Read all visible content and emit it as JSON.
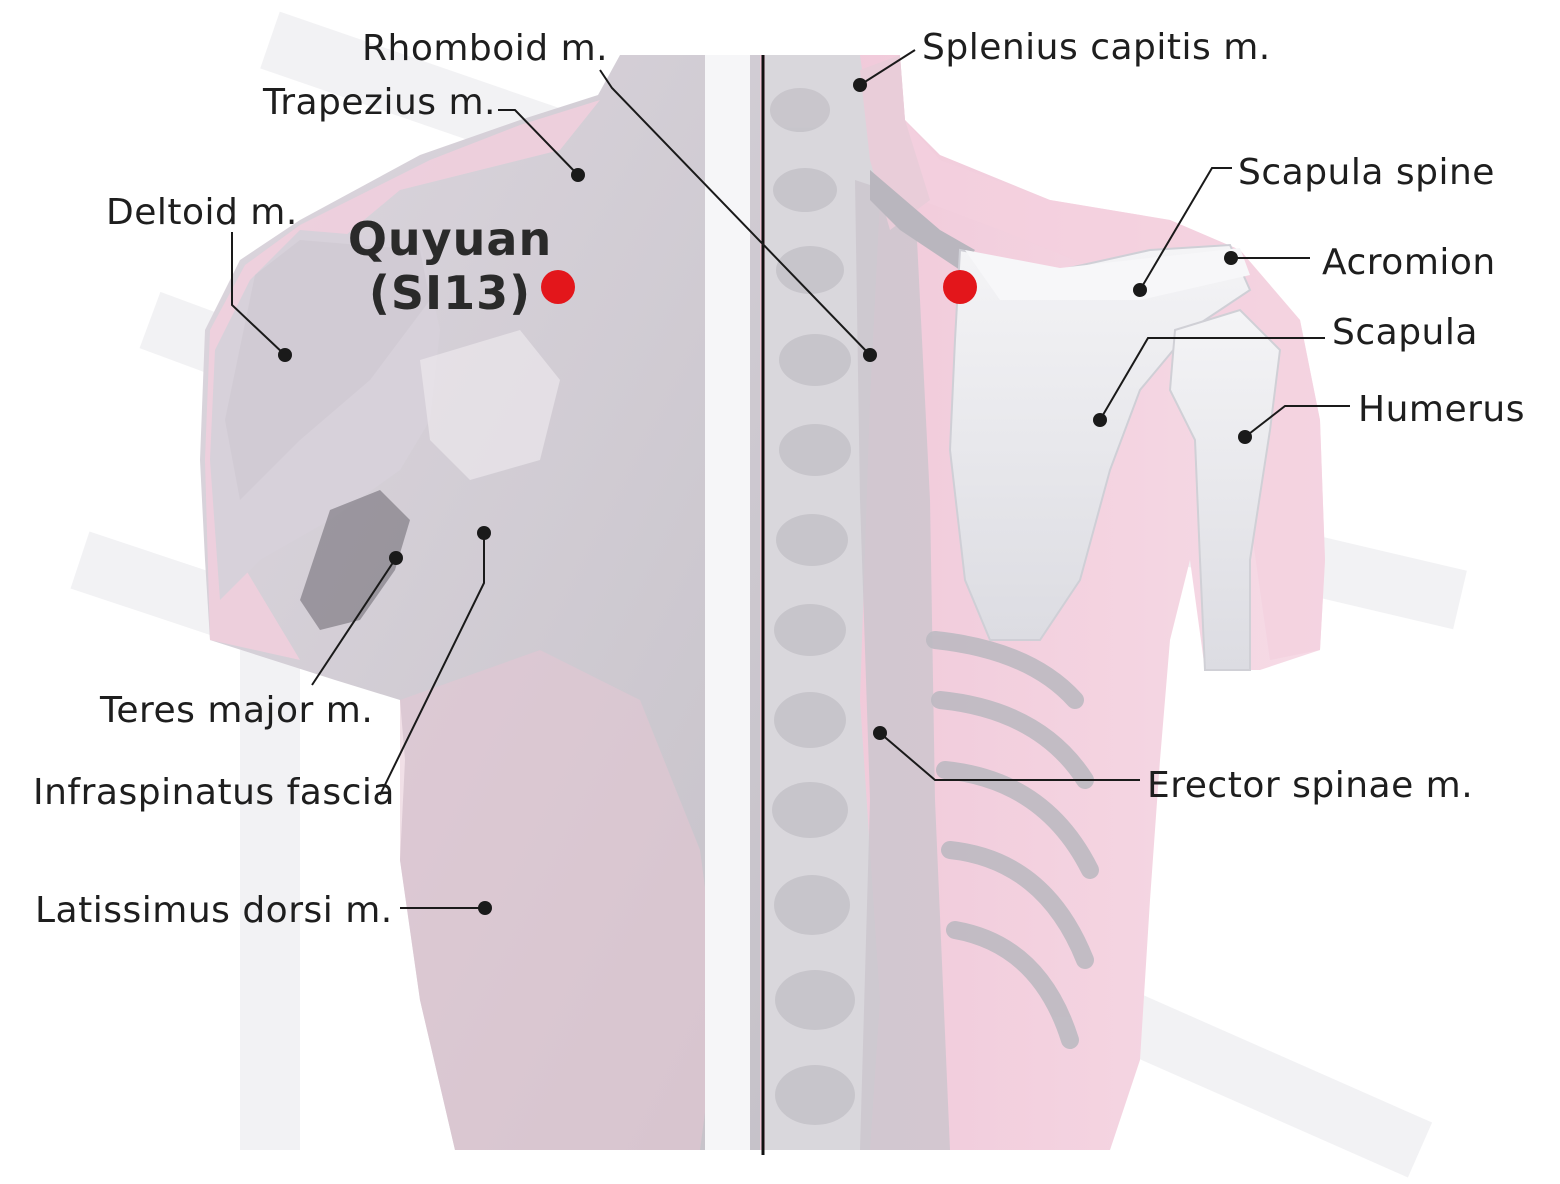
{
  "acupoint": {
    "name": "Quyuan",
    "code": "(SI13)",
    "marker_color": "#e3161b"
  },
  "labels": {
    "rhomboid": "Rhomboid m.",
    "trapezius": "Trapezius m.",
    "deltoid": "Deltoid m.",
    "splenius": "Splenius capitis m.",
    "scapula_spine": "Scapula spine",
    "acromion": "Acromion",
    "scapula": "Scapula",
    "humerus": "Humerus",
    "teres_major": "Teres major m.",
    "infraspinatus": "Infraspinatus fascia",
    "erector": "Erector spinae m.",
    "latissimus": "Latissimus dorsi m."
  },
  "colors": {
    "muscle_pink": "#f1cbdc",
    "muscle_gray": "#cfcbd2",
    "bone": "#ebebef",
    "leader_line": "#1a1a1a"
  }
}
